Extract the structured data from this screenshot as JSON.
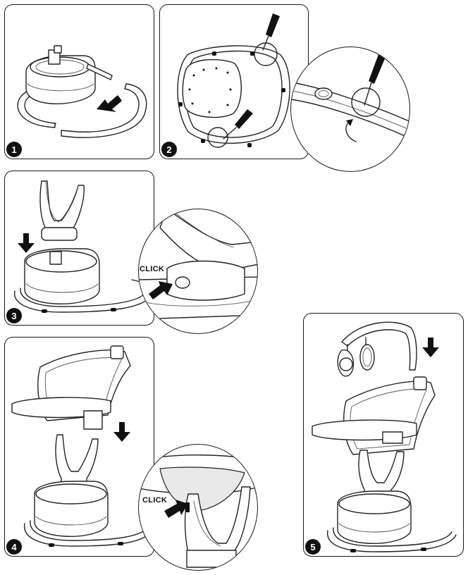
{
  "steps": [
    {
      "number": "1"
    },
    {
      "number": "2"
    },
    {
      "number": "3",
      "callout": "CLICK"
    },
    {
      "number": "4",
      "callout": "CLICK"
    },
    {
      "number": "5"
    }
  ],
  "icons": [
    "screwdriver-icon",
    "direction-arrow-icon",
    "rotate-arrow-icon"
  ]
}
